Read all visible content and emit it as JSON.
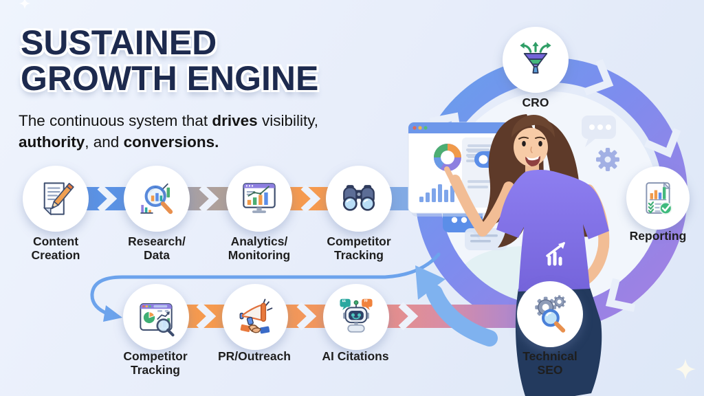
{
  "header": {
    "title_line1": "SUSTAINED",
    "title_line2": "GROWTH ENGINE",
    "subtitle": {
      "t1": "The continuous system that ",
      "b1": "drives",
      "t2": " visibility, ",
      "b2": "authority",
      "t3": ", and ",
      "b3": "conversions",
      "t4": "."
    }
  },
  "flow": {
    "top_row": [
      {
        "id": "content-creation",
        "label1": "Content",
        "label2": "Creation",
        "icon": "document-pencil-icon"
      },
      {
        "id": "research-data",
        "label1": "Research/",
        "label2": "Data",
        "icon": "magnifier-bar-chart-icon"
      },
      {
        "id": "analytics-monitoring",
        "label1": "Analytics/",
        "label2": "Monitoring",
        "icon": "monitor-chart-icon"
      },
      {
        "id": "competitor-tracking",
        "label1": "Competitor",
        "label2": "Tracking",
        "icon": "binoculars-icon"
      }
    ],
    "loop": [
      {
        "id": "cro",
        "label1": "CRO",
        "label2": "",
        "icon": "funnel-arrows-icon"
      },
      {
        "id": "reporting",
        "label1": "Reporting",
        "label2": "",
        "icon": "report-checklist-icon"
      },
      {
        "id": "technical-seo",
        "label1": "Technical",
        "label2": "SEO",
        "icon": "gears-magnifier-icon"
      }
    ],
    "bottom_row": [
      {
        "id": "competitor-tracking-2",
        "label1": "Competitor",
        "label2": "Tracking",
        "icon": "dashboard-magnifier-icon"
      },
      {
        "id": "pr-outreach",
        "label1": "PR/Outreach",
        "label2": "",
        "icon": "megaphone-handshake-icon"
      },
      {
        "id": "ai-citations",
        "label1": "AI Citations",
        "label2": "",
        "icon": "robot-quotes-icon"
      }
    ]
  },
  "icons": {
    "decor": [
      "speech-bubble-dots-icon",
      "speech-bubble-lines-icon",
      "gear-icon",
      "sparkle-icon",
      "return-arrow-icon",
      "feedback-arrow-icon",
      "browser-dashboard-icon",
      "donut-chart-icon"
    ],
    "quote_open": "“",
    "quote_close": "”"
  },
  "palette": {
    "background": "#e8eefa",
    "title_navy": "#1d2a4e",
    "body_text": "#141414",
    "label_text": "#1e1e1e",
    "band_blue": "#5b92e4",
    "band_tan": "#bfa183",
    "band_orange": "#f59a4f",
    "band_pink": "#d88da6",
    "band_purple": "#9f85dc",
    "loop_blue": "#66a0ec",
    "loop_purple": "#a77ee0",
    "light_arrow_blue": "#7fb2ef",
    "thin_arrow_blue": "#6ca3ec",
    "node_bg": "#ffffff",
    "shirt_purple": "#8d7ef0",
    "skirt_navy": "#233a5e",
    "hair_brown": "#5e3a29",
    "skin": "#f7cba6"
  }
}
